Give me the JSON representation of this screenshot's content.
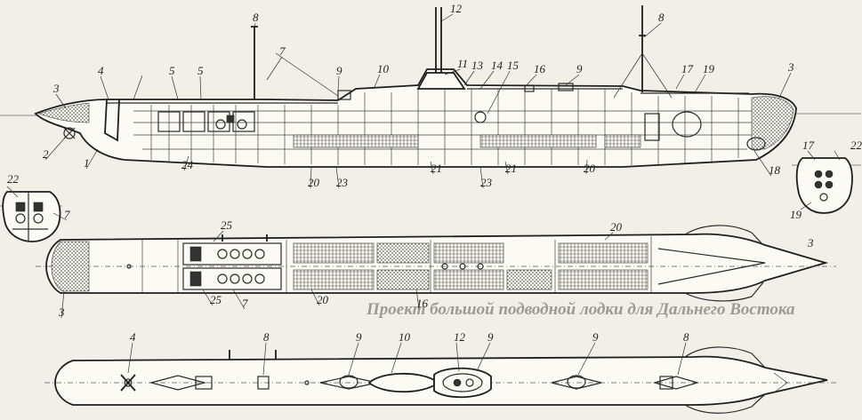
{
  "caption": "Проект большой подводной лодки для Дальнего Востока",
  "profile_callouts": [
    "3",
    "4",
    "5",
    "5",
    "8",
    "7",
    "9",
    "10",
    "12",
    "11",
    "13",
    "14",
    "15",
    "16",
    "9",
    "8",
    "17",
    "19",
    "3",
    "2",
    "1",
    "24",
    "20",
    "23",
    "21",
    "23",
    "21",
    "20",
    "18"
  ],
  "section_left_callouts": [
    "22",
    "7"
  ],
  "section_right_callouts": [
    "17",
    "22",
    "19"
  ],
  "plan_callouts": [
    "25",
    "20",
    "3",
    "3",
    "25",
    "7",
    "20",
    "16"
  ],
  "top_callouts": [
    "4",
    "8",
    "9",
    "10",
    "12",
    "9",
    "9",
    "8"
  ]
}
